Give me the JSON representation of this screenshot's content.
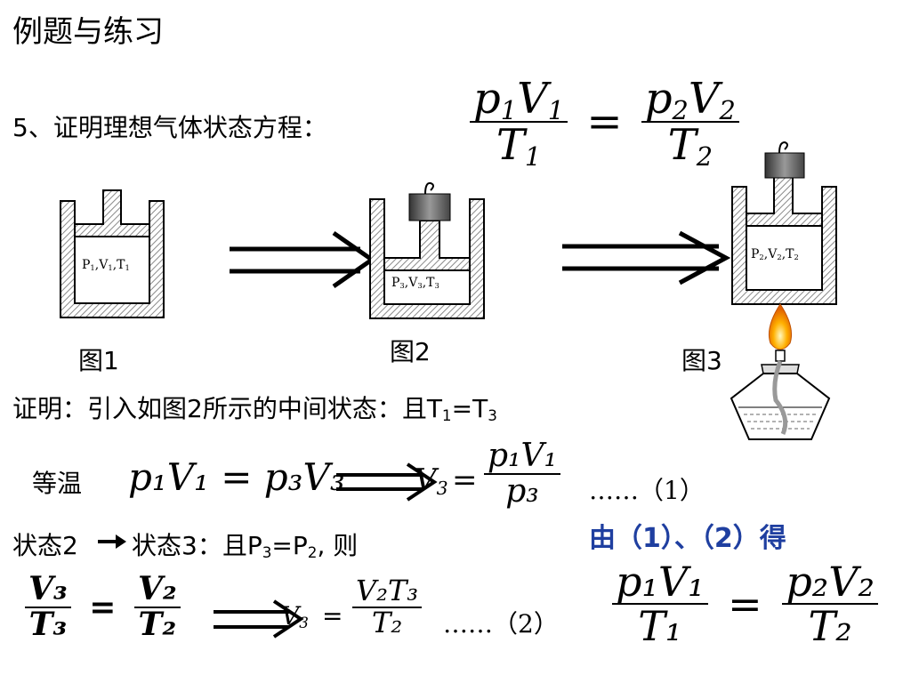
{
  "title": "例题与练习",
  "problem": {
    "label": "5、证明理想气体状态方程：",
    "eq_lhs": {
      "num_a": "p",
      "num_a_sub": "1",
      "num_b": "V",
      "num_b_sub": "1",
      "den": "T",
      "den_sub": "1"
    },
    "eq_rhs": {
      "num_a": "p",
      "num_a_sub": "2",
      "num_b": "V",
      "num_b_sub": "2",
      "den": "T",
      "den_sub": "2"
    },
    "equals": "="
  },
  "figures": [
    {
      "caption": "图1",
      "state": "P",
      "s1": "1",
      "v": "V",
      "s2": "1",
      "t": "T",
      "s3": "1"
    },
    {
      "caption": "图2",
      "state": "P",
      "s1": "3",
      "v": "V",
      "s2": "3",
      "t": "T",
      "s3": "3"
    },
    {
      "caption": "图3",
      "state": "P",
      "s1": "2",
      "v": "V",
      "s2": "2",
      "t": "T",
      "s3": "2"
    }
  ],
  "proof": {
    "intro": "证明：引入如图2所示的中间状态：且T",
    "intro_sub1": "1",
    "intro_mid": "=T",
    "intro_sub2": "3",
    "iso_label": "等温",
    "iso_eq": "p₁V₁ = p₃V₃",
    "v3_label": "V",
    "v3_sub": "3",
    "v3_eq": "=",
    "frac1_num": "p₁V₁",
    "frac1_den": "p₃",
    "dots1": "……（1）",
    "state_line": "状态2",
    "state_line2": "状态3：且P",
    "state_sub1": "3",
    "state_mid": "=P",
    "state_sub2": "2",
    "state_end": ", 则",
    "ratio_lhs_num": "V₃",
    "ratio_lhs_den": "T₃",
    "ratio_rhs_num": "V₂",
    "ratio_rhs_den": "T₂",
    "frac2_num": "V₂T₃",
    "frac2_den": "T₂",
    "dots2": "……（2）",
    "conclusion_label": "由（1）、（2）得",
    "final_lhs_num": "p₁V₁",
    "final_lhs_den": "T₁",
    "final_rhs_num": "p₂V₂",
    "final_rhs_den": "T₂"
  },
  "colors": {
    "accent_blue": "#1f3fa0",
    "hatch": "#9a9a9a",
    "weight": "#555555",
    "flame": "#f5a000"
  }
}
